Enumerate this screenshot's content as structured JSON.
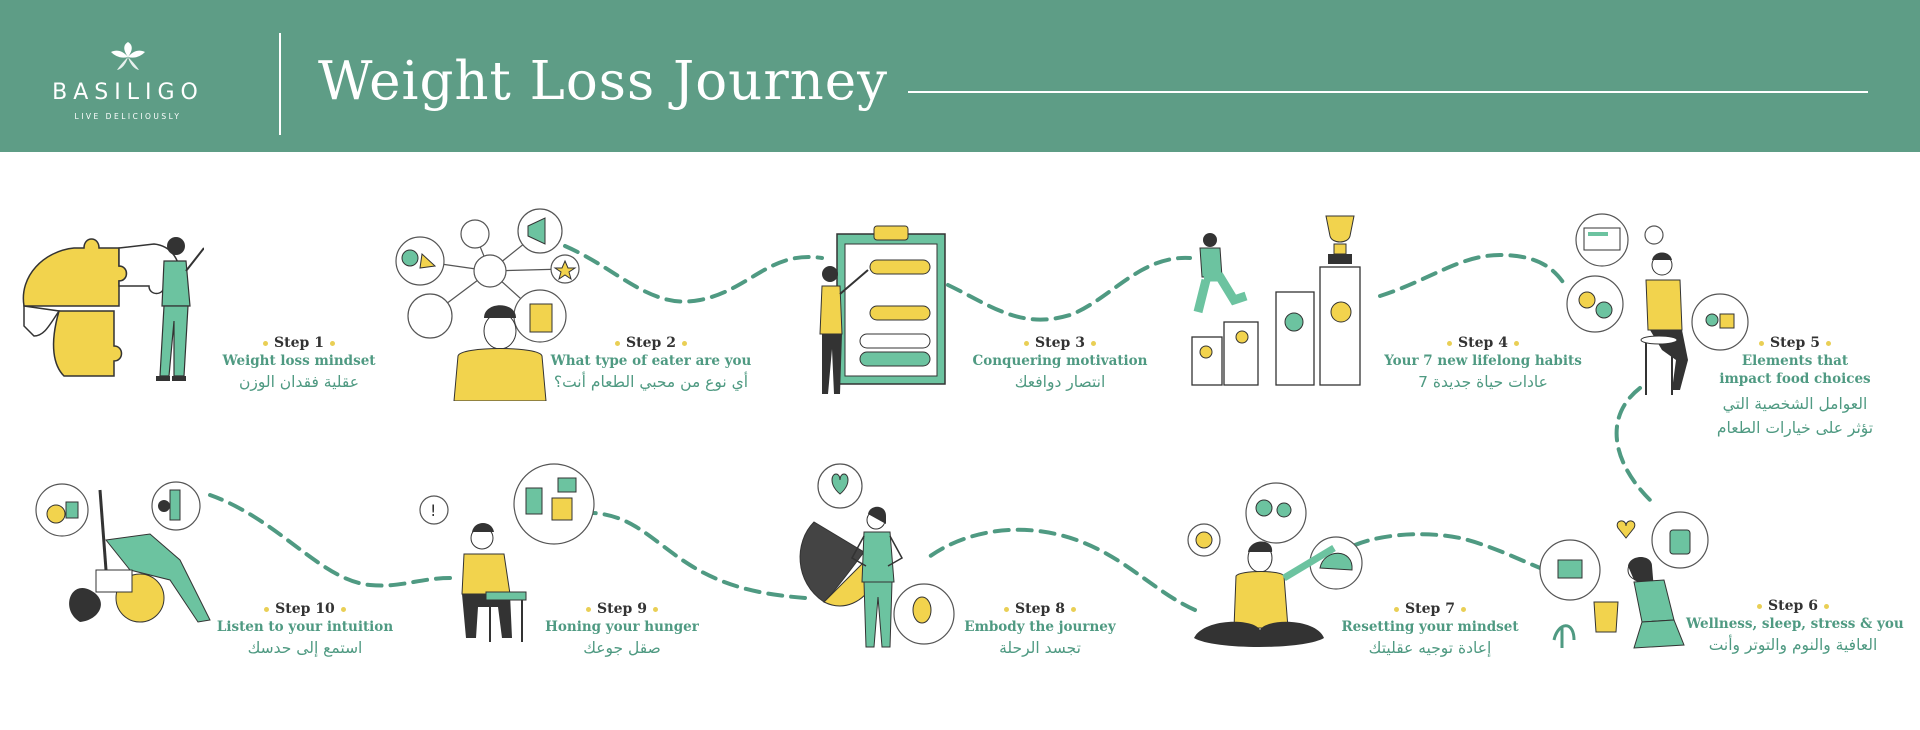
{
  "brand": {
    "name": "BASILIGO",
    "tagline": "LIVE DELICIOUSLY"
  },
  "header": {
    "title": "Weight Loss Journey"
  },
  "colors": {
    "header_bg": "#5e9d86",
    "accent_green": "#4f9a82",
    "accent_yellow": "#f2d34d",
    "path_green": "#4f9a82"
  },
  "steps": [
    {
      "label": "Step 1",
      "en": "Weight loss mindset",
      "ar": "عقلية فقدان الوزن",
      "icon": "puzzle-head-illustration"
    },
    {
      "label": "Step 2",
      "en": "What type of eater are you",
      "ar": "أي نوع من محبي الطعام أنت؟",
      "icon": "thinking-man-illustration"
    },
    {
      "label": "Step 3",
      "en": "Conquering motivation",
      "ar": "انتصار دوافعك",
      "icon": "checklist-board-illustration"
    },
    {
      "label": "Step 4",
      "en": "Your 7 new lifelong habits",
      "ar": "عادات حياة جديدة 7",
      "icon": "podium-trophy-illustration"
    },
    {
      "label": "Step 5",
      "en_lines": [
        "Elements that",
        "impact food choices"
      ],
      "ar_lines": [
        "العوامل الشخصية التي",
        "تؤثر على خيارات الطعام"
      ],
      "icon": "seated-thinker-illustration"
    },
    {
      "label": "Step 6",
      "en": "Wellness, sleep, stress & you",
      "ar": "العافية والنوم والتوتر وأنت",
      "icon": "gardening-woman-illustration"
    },
    {
      "label": "Step 7",
      "en": "Resetting your mindset",
      "ar": "إعادة توجيه عقليتك",
      "icon": "meditation-man-illustration"
    },
    {
      "label": "Step 8",
      "en": "Embody the journey",
      "ar": "تجسد الرحلة",
      "icon": "superhero-woman-illustration"
    },
    {
      "label": "Step 9",
      "en": "Honing your hunger",
      "ar": "صقل جوعك",
      "icon": "hungry-man-illustration"
    },
    {
      "label": "Step 10",
      "en": "Listen to your intuition",
      "ar": "استمع إلى حدسك",
      "icon": "yoga-woman-illustration"
    }
  ]
}
